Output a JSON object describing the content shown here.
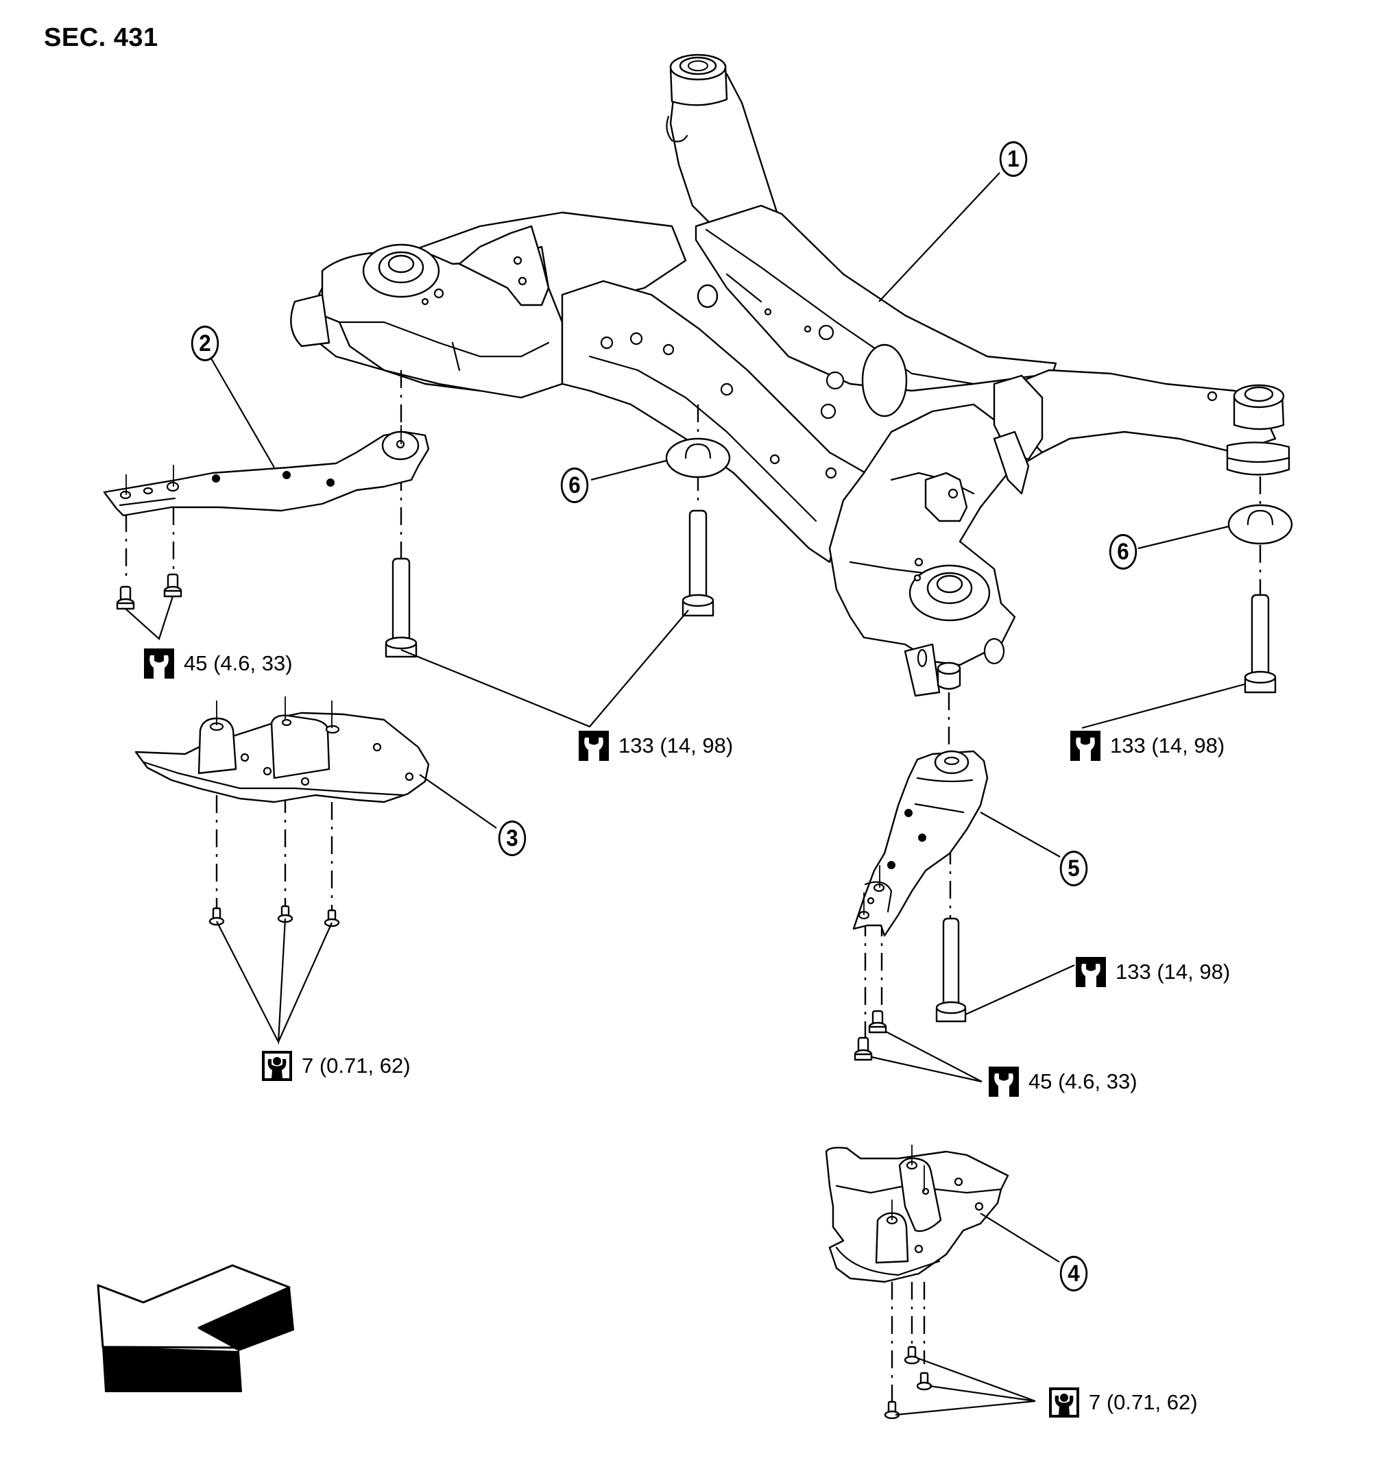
{
  "section_label": "SEC. 431",
  "diagram_title": "Rear suspension member exploded view",
  "callouts": [
    {
      "id": "1",
      "part": "suspension-member"
    },
    {
      "id": "2",
      "part": "member-stay-left"
    },
    {
      "id": "3",
      "part": "member-cover-left"
    },
    {
      "id": "4",
      "part": "member-cover-right"
    },
    {
      "id": "5",
      "part": "member-stay-right"
    },
    {
      "id": "6",
      "part": "washer"
    }
  ],
  "callout_labels": {
    "c1": "1",
    "c2": "2",
    "c3": "3",
    "c4": "4",
    "c5": "5",
    "c6a": "6",
    "c6b": "6"
  },
  "torque_specs": [
    {
      "icon": "torque-wrench-icon",
      "text": "45 (4.6, 33)"
    },
    {
      "icon": "torque-wrench-icon",
      "text": "133 (14, 98)"
    },
    {
      "icon": "torque-wrench-icon",
      "text": "133 (14, 98)"
    },
    {
      "icon": "torque-wrench-icon-boxed",
      "text": "7 (0.71, 62)"
    },
    {
      "icon": "torque-wrench-icon",
      "text": "133 (14, 98)"
    },
    {
      "icon": "torque-wrench-icon",
      "text": "45 (4.6, 33)"
    },
    {
      "icon": "torque-wrench-icon-boxed",
      "text": "7 (0.71, 62)"
    }
  ],
  "orientation_arrow": {
    "icon": "front-direction-arrow-icon",
    "meaning": "vehicle front"
  },
  "colors": {
    "ink": "#000000",
    "paper": "#ffffff"
  }
}
